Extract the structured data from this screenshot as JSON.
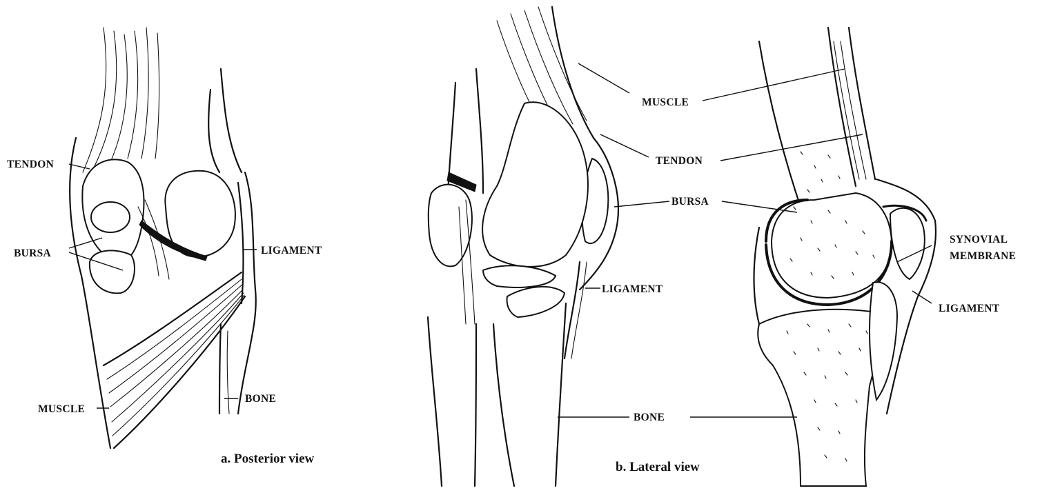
{
  "figure": {
    "posterior_caption": "a.  Posterior view",
    "lateral_caption": "b. Lateral view"
  },
  "labels": {
    "posterior": {
      "tendon": "TENDON",
      "bursa": "BURSA",
      "ligament": "LIGAMENT",
      "muscle": "MUSCLE",
      "bone": "BONE"
    },
    "lateral": {
      "muscle": "MUSCLE",
      "tendon": "TENDON",
      "bursa": "BURSA",
      "synovial_1": "SYNOVIAL",
      "synovial_2": "MEMBRANE",
      "ligament_left": "LIGAMENT",
      "ligament_right": "LIGAMENT",
      "bone": "BONE"
    }
  }
}
